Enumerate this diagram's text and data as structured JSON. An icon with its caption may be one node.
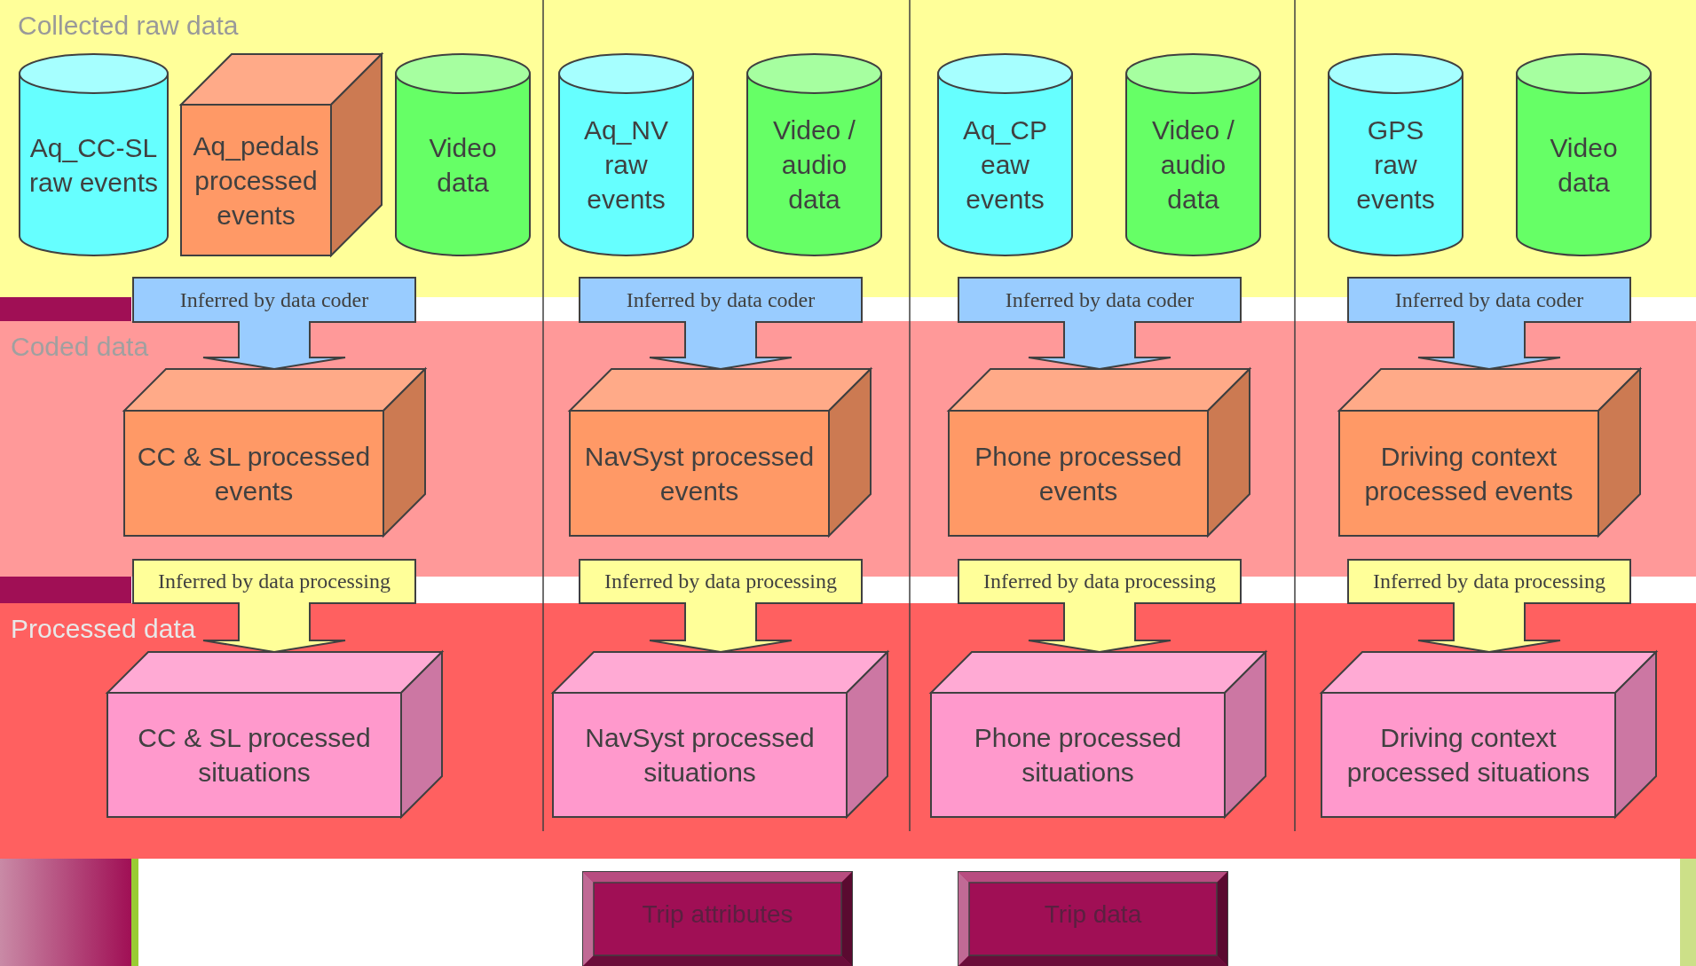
{
  "diagram": {
    "nodes": [
      {
        "text": [
          "Aq_CC-SL raw events"
        ]
      },
      {
        "text": [
          "Aq_pedals processed events"
        ]
      },
      {
        "text": [
          "Video data"
        ]
      },
      {
        "text": [
          "Aq_NV raw events"
        ]
      },
      {
        "text": [
          "Video / audio data"
        ]
      },
      {
        "text": [
          "Aq_CP eaw events"
        ]
      },
      {
        "text": [
          "Video / audio data"
        ]
      },
      {
        "text": [
          "GPS raw events"
        ]
      },
      {
        "text": [
          "Video data"
        ]
      },
      {
        "text": [
          "CC & SL processed events"
        ]
      },
      {
        "text": [
          "NavSyst processed events"
        ]
      },
      {
        "text": [
          "Phone processed events"
        ]
      },
      {
        "text": [
          "Driving context processed events"
        ]
      },
      {
        "text": [
          "CC & SL processed situations"
        ]
      },
      {
        "text": [
          "NavSyst processed situations"
        ]
      },
      {
        "text": [
          "Phone processed situations"
        ]
      },
      {
        "text": [
          "Driving  context processed situations"
        ]
      },
      {
        "text": [
          "Trip attributes"
        ]
      },
      {
        "text": [
          "Trip data"
        ]
      }
    ],
    "edges": [
      {
        "from": null,
        "to": 9,
        "arrow": "to",
        "label": "Inferred by data coder",
        "style": "thick",
        "color": "#99ccff"
      },
      {
        "from": null,
        "to": 10,
        "arrow": "to",
        "label": "Inferred by data coder",
        "style": "thick",
        "color": "#99ccff"
      },
      {
        "from": null,
        "to": 11,
        "arrow": "to",
        "label": "Inferred by data coder",
        "style": "thick",
        "color": "#99ccff"
      },
      {
        "from": null,
        "to": 12,
        "arrow": "to",
        "label": "Inferred by data coder",
        "style": "thick",
        "color": "#99ccff"
      },
      {
        "from": 9,
        "to": 13,
        "arrow": "to",
        "label": "Inferred by data processing",
        "style": "thick",
        "color": "#ffff99"
      },
      {
        "from": 10,
        "to": 14,
        "arrow": "to",
        "label": "Inferred by data processing",
        "style": "thick",
        "color": "#ffff99"
      },
      {
        "from": 11,
        "to": 15,
        "arrow": "to",
        "label": "Inferred by data processing",
        "style": "thick",
        "color": "#ffff99"
      },
      {
        "from": 12,
        "to": 16,
        "arrow": "to",
        "label": "Inferred by data processing",
        "style": "thick",
        "color": "#ffff99"
      }
    ],
    "labels": [
      "Collected raw data",
      "Coded data",
      "Processed data"
    ]
  }
}
